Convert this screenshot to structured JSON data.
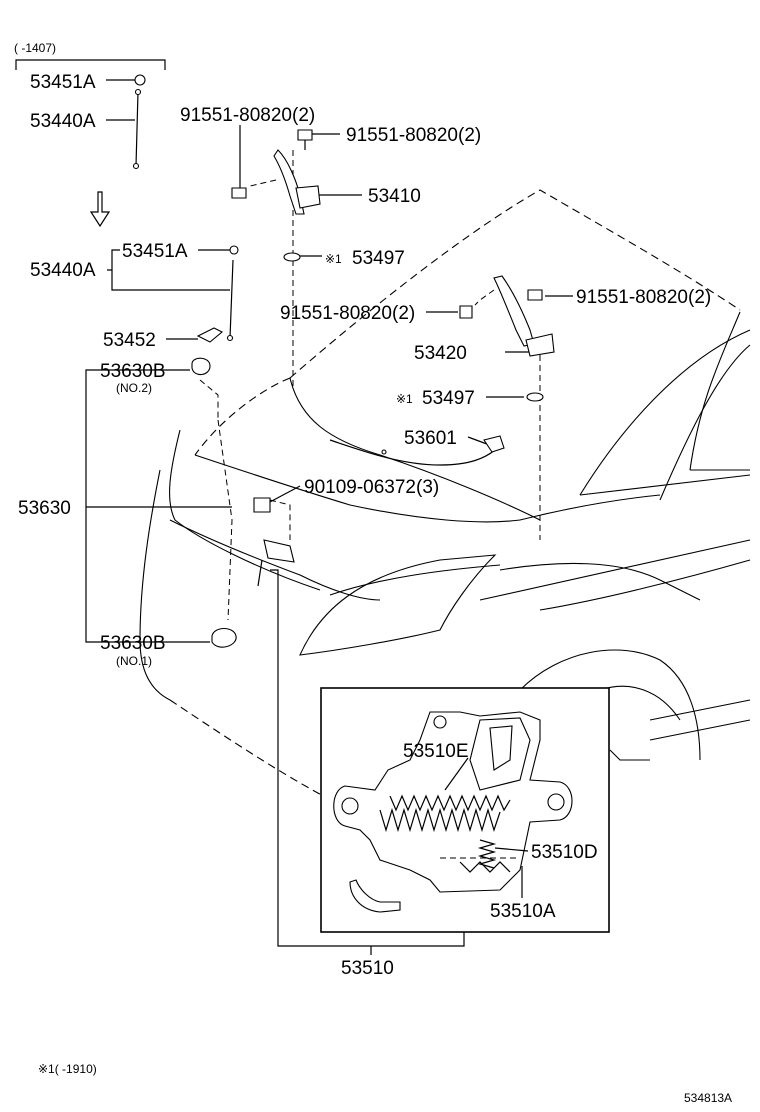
{
  "date_range_top": "(     -1407)",
  "footnote": "※1(     -1910)",
  "figure_code": "534813A",
  "labels": {
    "p53451A_top": "53451A",
    "p53440A_top": "53440A",
    "p91551_a": "91551-80820(2)",
    "p91551_b": "91551-80820(2)",
    "p53410": "53410",
    "p53497_a_mark": "※1",
    "p53497_a": "53497",
    "p53451A": "53451A",
    "p53440A": "53440A",
    "p91551_c": "91551-80820(2)",
    "p91551_d": "91551-80820(2)",
    "p53420": "53420",
    "p53452": "53452",
    "p53630B_top": "53630B",
    "p53630B_top_note": "(NO.2)",
    "p53497_b_mark": "※1",
    "p53497_b": "53497",
    "p53601": "53601",
    "p53630": "53630",
    "p90109": "90109-06372(3)",
    "p53630B_bot": "53630B",
    "p53630B_bot_note": "(NO.1)",
    "p53510E": "53510E",
    "p53510D": "53510D",
    "p53510A": "53510A",
    "p53510": "53510"
  }
}
